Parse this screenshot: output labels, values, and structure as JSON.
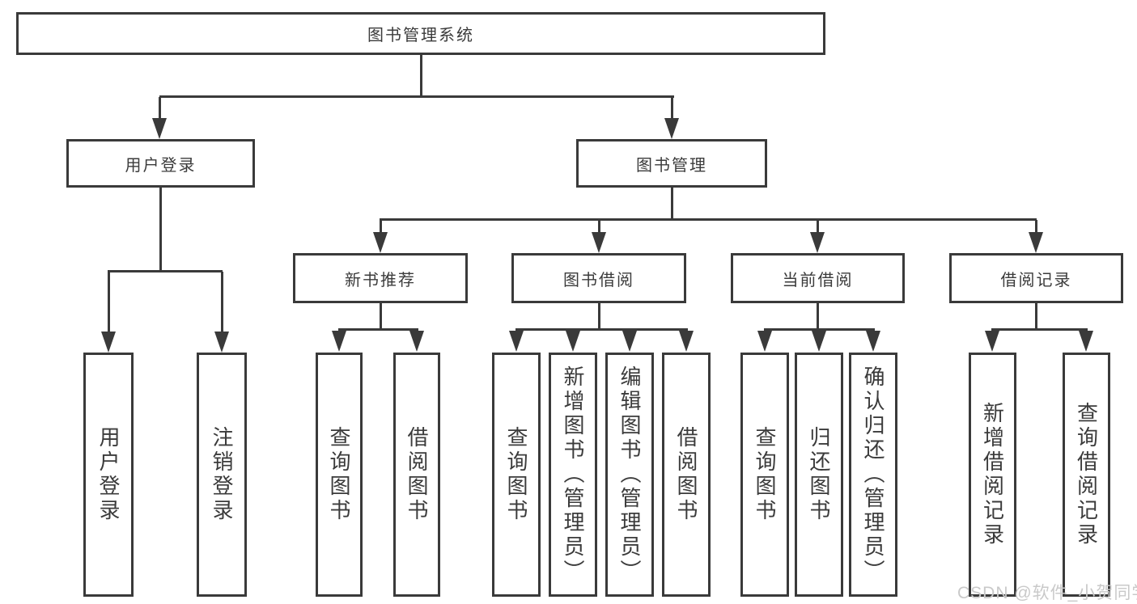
{
  "diagram": {
    "root": {
      "label": "图书管理系统"
    },
    "level2": [
      {
        "label": "用户登录"
      },
      {
        "label": "图书管理"
      }
    ],
    "level3": [
      {
        "label": "新书推荐"
      },
      {
        "label": "图书借阅"
      },
      {
        "label": "当前借阅"
      },
      {
        "label": "借阅记录"
      }
    ],
    "leaves": {
      "user_login": [
        {
          "label": "用户登录"
        },
        {
          "label": "注销登录"
        }
      ],
      "new_book_recommend": [
        {
          "label": "查询图书"
        },
        {
          "label": "借阅图书"
        }
      ],
      "book_borrowing": [
        {
          "label": "查询图书"
        },
        {
          "label": "新增图书（管理员）"
        },
        {
          "label": "编辑图书（管理员）"
        },
        {
          "label": "借阅图书"
        }
      ],
      "current_borrowing": [
        {
          "label": "查询图书"
        },
        {
          "label": "归还图书"
        },
        {
          "label": "确认归还（管理员）"
        }
      ],
      "borrowing_records": [
        {
          "label": "新增借阅记录"
        },
        {
          "label": "查询借阅记录"
        }
      ]
    },
    "watermark": "CSDN @软件_小贺同学",
    "colors": {
      "line": "#3a3a3a",
      "text": "#3b3b3b",
      "background": "#ffffff",
      "watermark": "#c9c9c9"
    }
  }
}
